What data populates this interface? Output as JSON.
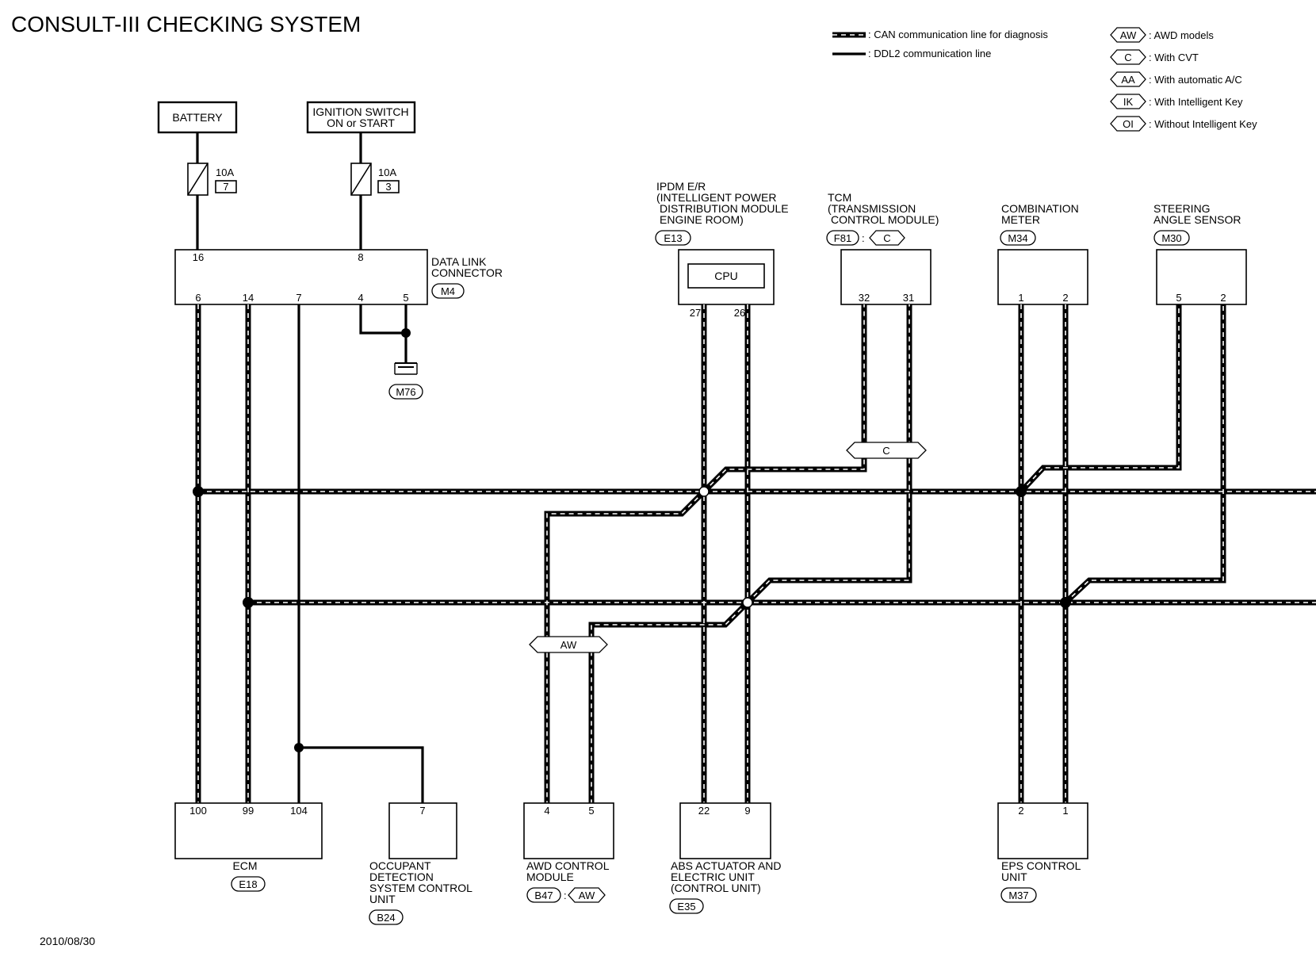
{
  "title": "CONSULT-III CHECKING SYSTEM",
  "date": "2010/08/30",
  "legend": {
    "can_line": ": CAN communication line for diagnosis",
    "ddl2_line": ": DDL2 communication line",
    "symbols": [
      {
        "code": "AW",
        "text": ": AWD models"
      },
      {
        "code": "C",
        "text": ": With CVT"
      },
      {
        "code": "AA",
        "text": ": With automatic A/C"
      },
      {
        "code": "IK",
        "text": ": With Intelligent Key"
      },
      {
        "code": "OI",
        "text": ": Without Intelligent Key"
      }
    ]
  },
  "battery": "BATTERY",
  "ignition": {
    "line1": "IGNITION SWITCH",
    "line2": "ON or START"
  },
  "fuse1": {
    "amp": "10A",
    "num": "7"
  },
  "fuse2": {
    "amp": "10A",
    "num": "3"
  },
  "dlc": {
    "line1": "DATA LINK",
    "line2": "CONNECTOR",
    "code": "M4",
    "pins_top": [
      "16",
      "8"
    ],
    "pins_bottom": [
      "6",
      "14",
      "7",
      "4",
      "5"
    ]
  },
  "ground": {
    "code": "M76"
  },
  "ipdm": {
    "line1": "IPDM E/R",
    "line2": "(INTELLIGENT POWER",
    "line3": "DISTRIBUTION MODULE",
    "line4": "ENGINE ROOM)",
    "code": "E13",
    "cpu": "CPU",
    "pins": [
      "27",
      "26"
    ]
  },
  "tcm": {
    "line1": "TCM",
    "line2": "(TRANSMISSION",
    "line3": "CONTROL MODULE)",
    "code": "F81",
    "option": "C",
    "pins": [
      "32",
      "31"
    ]
  },
  "meter": {
    "line1": "COMBINATION",
    "line2": "METER",
    "code": "M34",
    "pins": [
      "1",
      "2"
    ]
  },
  "steering": {
    "line1": "STEERING",
    "line2": "ANGLE SENSOR",
    "code": "M30",
    "pins": [
      "5",
      "2"
    ]
  },
  "ecm": {
    "line1": "ECM",
    "code": "E18",
    "pins": [
      "100",
      "99",
      "104"
    ]
  },
  "occupant": {
    "line1": "OCCUPANT",
    "line2": "DETECTION",
    "line3": "SYSTEM CONTROL",
    "line4": "UNIT",
    "code": "B24",
    "pins": [
      "7"
    ]
  },
  "awd": {
    "line1": "AWD CONTROL",
    "line2": "MODULE",
    "code": "B47",
    "option": "AW",
    "pins": [
      "4",
      "5"
    ]
  },
  "abs": {
    "line1": "ABS ACTUATOR AND",
    "line2": "ELECTRIC UNIT",
    "line3": "(CONTROL UNIT)",
    "code": "E35",
    "pins": [
      "22",
      "9"
    ]
  },
  "eps": {
    "line1": "EPS CONTROL",
    "line2": "UNIT",
    "code": "M37",
    "pins": [
      "2",
      "1"
    ]
  },
  "flags": {
    "c": "C",
    "aw": "AW"
  }
}
